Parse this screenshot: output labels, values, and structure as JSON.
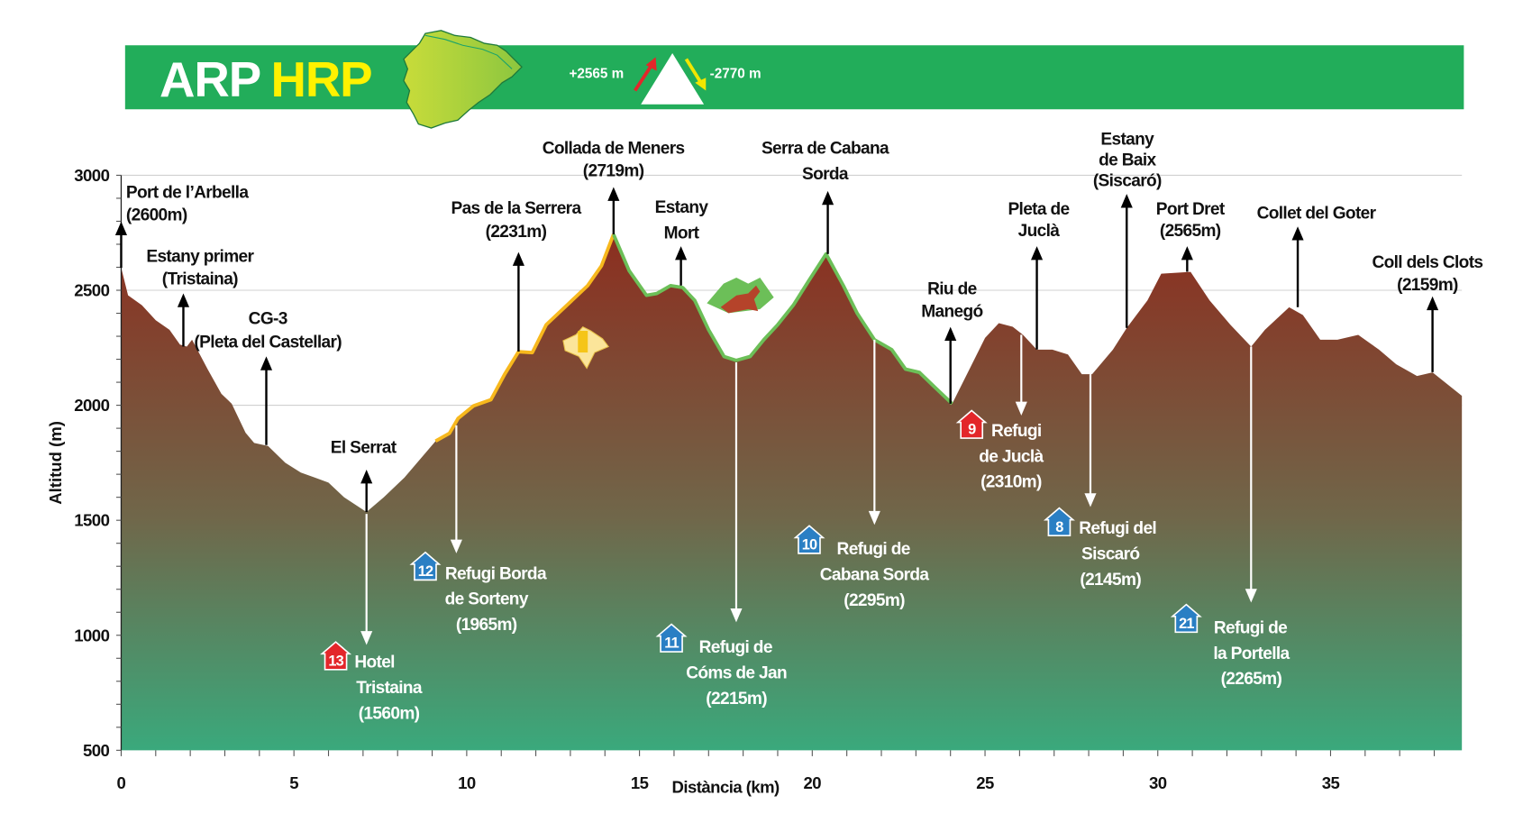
{
  "header": {
    "title_part1": "ARP",
    "title_part2": "HRP",
    "ascent": "+2565 m",
    "descent": "-2770 m",
    "colors": {
      "band": "#22ad5a",
      "title1": "#ffffff",
      "title2": "#fff200",
      "map": "#a9cf3a",
      "up_arrow": "#e3262a",
      "down_arrow": "#f2e600"
    }
  },
  "chart_data": {
    "type": "area",
    "title": "ARP HRP",
    "xlabel": "Distància (km)",
    "ylabel": "Altitud (m)",
    "xlim": [
      0,
      38.8
    ],
    "ylim": [
      500,
      3000
    ],
    "xticks": [
      0,
      5,
      10,
      15,
      20,
      25,
      30,
      35
    ],
    "yticks": [
      500,
      1000,
      1500,
      2000,
      2500,
      3000
    ],
    "grid": "horizontal",
    "profile": {
      "km": [
        0,
        0.2,
        0.6,
        1.0,
        1.4,
        1.7,
        1.9,
        2.05,
        2.5,
        2.9,
        3.2,
        3.6,
        3.85,
        4.25,
        4.75,
        5.2,
        5.6,
        6.0,
        6.45,
        7.1,
        7.6,
        8.2,
        9.1,
        9.5,
        9.75,
        10.2,
        10.7,
        11.1,
        11.5,
        11.9,
        12.3,
        12.9,
        13.5,
        13.9,
        14.25,
        14.7,
        15.2,
        15.5,
        15.9,
        16.25,
        16.6,
        17.0,
        17.45,
        17.8,
        18.2,
        18.6,
        19.0,
        19.45,
        19.9,
        20.4,
        20.9,
        21.3,
        21.8,
        22.3,
        22.7,
        23.1,
        23.6,
        24.05,
        24.55,
        25.0,
        25.4,
        25.8,
        26.1,
        26.5,
        26.95,
        27.4,
        27.8,
        28.1,
        28.7,
        29.1,
        29.7,
        30.1,
        30.95,
        31.5,
        32.1,
        32.7,
        33.1,
        33.8,
        34.2,
        34.7,
        35.2,
        35.8,
        36.4,
        36.9,
        37.5,
        37.95,
        38.8
      ],
      "elev": [
        2598,
        2478,
        2435,
        2370,
        2328,
        2264,
        2255,
        2285,
        2157,
        2050,
        2007,
        1880,
        1836,
        1823,
        1750,
        1707,
        1686,
        1664,
        1600,
        1536,
        1600,
        1686,
        1844,
        1878,
        1943,
        1998,
        2024,
        2135,
        2233,
        2229,
        2350,
        2435,
        2520,
        2606,
        2743,
        2585,
        2478,
        2486,
        2520,
        2512,
        2456,
        2328,
        2212,
        2195,
        2212,
        2285,
        2350,
        2435,
        2542,
        2658,
        2520,
        2400,
        2285,
        2242,
        2157,
        2143,
        2071,
        2007,
        2157,
        2293,
        2357,
        2341,
        2306,
        2242,
        2242,
        2221,
        2135,
        2135,
        2242,
        2336,
        2456,
        2572,
        2580,
        2456,
        2350,
        2255,
        2328,
        2426,
        2392,
        2285,
        2285,
        2306,
        2242,
        2178,
        2127,
        2143,
        2041
      ]
    },
    "highlights": [
      {
        "from_km": 9.1,
        "to_km": 14.25,
        "color": "#f7b81d"
      },
      {
        "from_km": 14.25,
        "to_km": 24.05,
        "color": "#6cbf58"
      }
    ],
    "fill_colors": {
      "top": "#8c2e1f",
      "middle": "#70674a",
      "bottom": "#3aa97c"
    }
  },
  "waypoints": [
    {
      "km": 0,
      "lines": [
        "Port de l’Arbella",
        "(2600m)"
      ]
    },
    {
      "km": 1.8,
      "lines": [
        "Estany primer",
        "(Tristaina)"
      ]
    },
    {
      "km": 4.2,
      "lines": [
        "CG-3",
        "(Pleta del Castellar)"
      ]
    },
    {
      "km": 7.1,
      "lines": [
        "El Serrat"
      ]
    },
    {
      "km": 11.5,
      "lines": [
        "Pas de la Serrera",
        "(2231m)"
      ]
    },
    {
      "km": 14.25,
      "lines": [
        "Collada de Meners",
        "(2719m)"
      ]
    },
    {
      "km": 16.2,
      "lines": [
        "Estany",
        "Mort"
      ]
    },
    {
      "km": 20.45,
      "lines": [
        "Serra de Cabana",
        "Sorda"
      ]
    },
    {
      "km": 24.0,
      "lines": [
        "Riu de",
        "Manegó"
      ]
    },
    {
      "km": 26.5,
      "lines": [
        "Pleta de",
        "Juclà"
      ]
    },
    {
      "km": 29.1,
      "lines": [
        "Estany",
        "de Baix",
        "(Siscaró)"
      ]
    },
    {
      "km": 30.85,
      "lines": [
        "Port Dret",
        "(2565m)"
      ]
    },
    {
      "km": 34.05,
      "lines": [
        "Collet del Goter"
      ]
    },
    {
      "km": 37.95,
      "lines": [
        "Coll dels Clots",
        "(2159m)"
      ]
    }
  ],
  "refuges": [
    {
      "number": "13",
      "color": "#e3262a",
      "km": 7.1,
      "lines": [
        "Hotel",
        "Tristaina",
        "(1560m)"
      ]
    },
    {
      "number": "12",
      "color": "#2a7fc4",
      "km": 9.7,
      "lines": [
        "Refugi Borda",
        "de Sorteny",
        "(1965m)"
      ]
    },
    {
      "number": "11",
      "color": "#2a7fc4",
      "km": 17.8,
      "lines": [
        "Refugi de",
        "Cóms de Jan",
        "(2215m)"
      ]
    },
    {
      "number": "10",
      "color": "#2a7fc4",
      "km": 21.8,
      "lines": [
        "Refugi de",
        "Cabana Sorda",
        "(2295m)"
      ]
    },
    {
      "number": "9",
      "color": "#e3262a",
      "km": 26.05,
      "lines": [
        "Refugi",
        "de Juclà",
        "(2310m)"
      ]
    },
    {
      "number": "8",
      "color": "#2a7fc4",
      "km": 28.05,
      "lines": [
        "Refugi del",
        "Siscaró",
        "(2145m)"
      ]
    },
    {
      "number": "21",
      "color": "#2a7fc4",
      "km": 32.7,
      "lines": [
        "Refugi de",
        "la Portella",
        "(2265m)"
      ]
    }
  ]
}
